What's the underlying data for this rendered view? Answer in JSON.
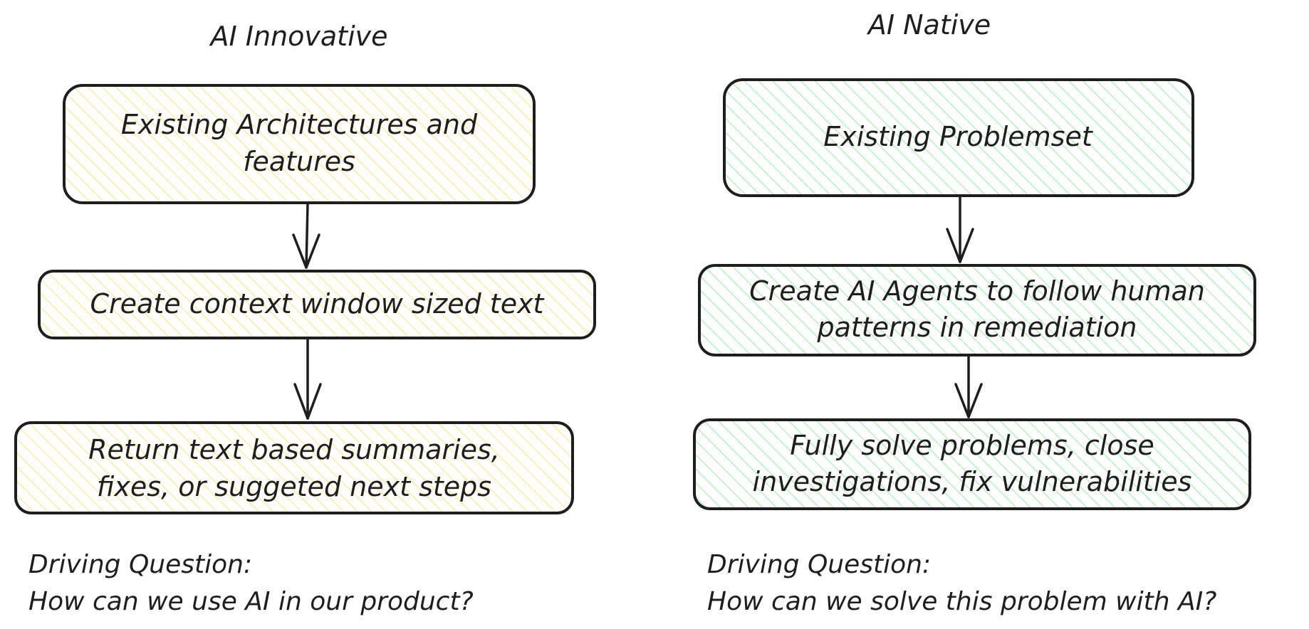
{
  "columns": [
    {
      "title": "AI Innovative",
      "fill_color": "#ffec99",
      "boxes": [
        {
          "lines": [
            "Existing Architectures and",
            "features"
          ]
        },
        {
          "lines": [
            "Create context window sized text"
          ]
        },
        {
          "lines": [
            "Return text based summaries,",
            "fixes, or suggeted next steps"
          ]
        }
      ],
      "question_label": "Driving Question:",
      "question": "How can we use AI in our product?"
    },
    {
      "title": "AI Native",
      "fill_color": "#b2f2bb",
      "boxes": [
        {
          "lines": [
            "Existing Problemset"
          ]
        },
        {
          "lines": [
            "Create AI Agents to follow human",
            "patterns in remediation"
          ]
        },
        {
          "lines": [
            "Fully solve problems, close",
            "investigations, fix vulnerabilities"
          ]
        }
      ],
      "question_label": "Driving Question:",
      "question": "How can we solve this problem with AI?"
    }
  ],
  "colors": {
    "stroke": "#1e1e1e",
    "background": "#ffffff"
  }
}
